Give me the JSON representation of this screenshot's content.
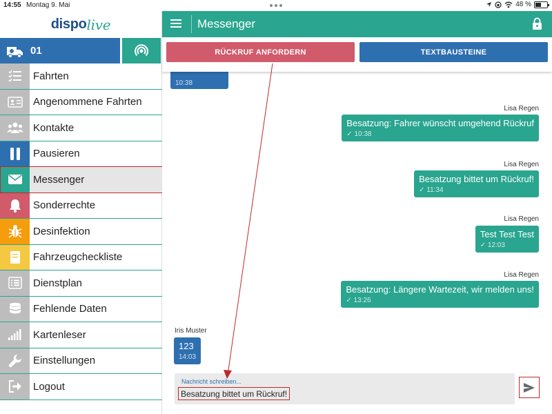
{
  "status_bar": {
    "time": "14:55",
    "date": "Montag 9. Mai",
    "battery": "48 %",
    "battery_level": 0.48
  },
  "logo": {
    "part1": "disp",
    "part2": "o",
    "part3": "live"
  },
  "vehicle": {
    "label": "01",
    "icon": "ambulance-icon",
    "signal_icon": "broadcast-icon"
  },
  "sidebar": {
    "items": [
      {
        "label": "Fahrten",
        "icon": "list-check-icon",
        "color": "#bdbdbd",
        "active": false
      },
      {
        "label": "Angenommene Fahrten",
        "icon": "id-card-icon",
        "color": "#bdbdbd",
        "active": false
      },
      {
        "label": "Kontakte",
        "icon": "users-icon",
        "color": "#bdbdbd",
        "active": false
      },
      {
        "label": "Pausieren",
        "icon": "pause-icon",
        "color": "#2e6fb0",
        "active": false
      },
      {
        "label": "Messenger",
        "icon": "envelope-icon",
        "color": "#2aa58f",
        "active": true
      },
      {
        "label": "Sonderrechte",
        "icon": "bell-icon",
        "color": "#d15a6b",
        "active": false
      },
      {
        "label": "Desinfektion",
        "icon": "bug-icon",
        "color": "#f59d0c",
        "active": false
      },
      {
        "label": "Fahrzeugcheckliste",
        "icon": "book-icon",
        "color": "#f5c842",
        "active": false
      },
      {
        "label": "Dienstplan",
        "icon": "list-icon",
        "color": "#bdbdbd",
        "active": false
      },
      {
        "label": "Fehlende Daten",
        "icon": "database-icon",
        "color": "#bdbdbd",
        "active": false
      },
      {
        "label": "Kartenleser",
        "icon": "signal-bars-icon",
        "color": "#bdbdbd",
        "active": false
      },
      {
        "label": "Einstellungen",
        "icon": "wrench-icon",
        "color": "#bdbdbd",
        "active": false
      },
      {
        "label": "Logout",
        "icon": "sign-out-icon",
        "color": "#bdbdbd",
        "active": false
      }
    ]
  },
  "header": {
    "title": "Messenger"
  },
  "actions": {
    "callback_label": "RÜCKRUF ANFORDERN",
    "templates_label": "TEXTBAUSTEINE"
  },
  "messages": [
    {
      "direction": "in",
      "sender": "",
      "text": "",
      "time": "10:38"
    },
    {
      "direction": "out",
      "sender": "Lisa Regen",
      "text": "Besatzung: Fahrer wünscht umgehend Rückruf",
      "time": "10:38"
    },
    {
      "direction": "out",
      "sender": "Lisa Regen",
      "text": "Besatzung bittet um Rückruf!",
      "time": "11:34"
    },
    {
      "direction": "out",
      "sender": "Lisa Regen",
      "text": "Test Test Test",
      "time": "12:03"
    },
    {
      "direction": "out",
      "sender": "Lisa Regen",
      "text": "Besatzung: Längere Wartezeit, wir melden uns!",
      "time": "13:26"
    },
    {
      "direction": "in",
      "sender": "Iris Muster",
      "text": "123",
      "time": "14:03"
    }
  ],
  "composer": {
    "placeholder": "Nachricht schreiben...",
    "value": "Besatzung bittet um Rückruf!"
  },
  "colors": {
    "teal": "#2aa58f",
    "blue": "#2e6fb0",
    "red": "#d15a6b",
    "highlight": "#c0282d"
  }
}
